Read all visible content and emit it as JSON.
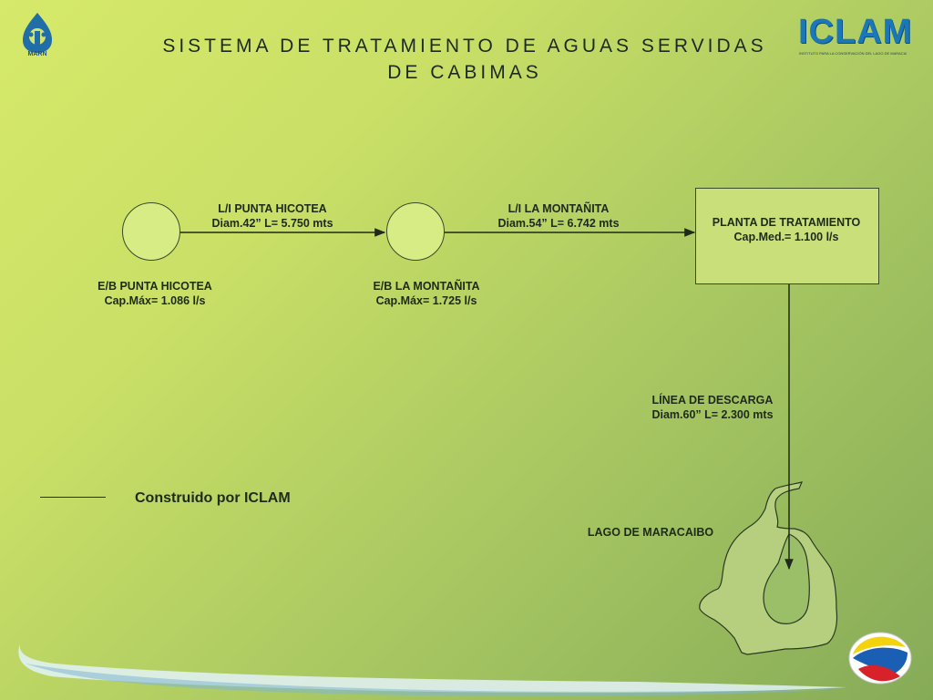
{
  "title": {
    "line1": "SISTEMA DE TRATAMIENTO DE AGUAS SERVIDAS",
    "line2": "DE CABIMAS"
  },
  "logos": {
    "left": {
      "text": "MARN",
      "icon": "marn-logo-icon"
    },
    "right": {
      "text": "ICLAM",
      "subtitle": "INSTITUTO PARA LA CONSERVACIÓN DEL LAGO DE MARACAIBO",
      "icon": "iclam-logo-icon"
    }
  },
  "pipes": {
    "punta_hicotea": {
      "line1": "L/I PUNTA HICOTEA",
      "line2": "Diam.42” L= 5.750 mts"
    },
    "la_montanita": {
      "line1": "L/I LA MONTAÑITA",
      "line2": "Diam.54” L= 6.742 mts"
    },
    "descarga": {
      "line1": "LÍNEA DE DESCARGA",
      "line2": "Diam.60” L= 2.300 mts"
    }
  },
  "stations": {
    "punta_hicotea": {
      "line1": "E/B PUNTA HICOTEA",
      "line2": "Cap.Máx= 1.086 l/s"
    },
    "la_montanita": {
      "line1": "E/B LA MONTAÑITA",
      "line2": "Cap.Máx= 1.725 l/s"
    }
  },
  "plant": {
    "line1": "PLANTA DE TRATAMIENTO",
    "line2": "Cap.Med.= 1.100 l/s"
  },
  "lake": {
    "label": "LAGO DE MARACAIBO"
  },
  "legend": {
    "label": "Construido por ICLAM"
  },
  "colors": {
    "node_fill": "#d8ec86",
    "plant_fill": "#c9df7a",
    "lake_fill": "#b5cf7e",
    "line": "#1e2a1c"
  }
}
